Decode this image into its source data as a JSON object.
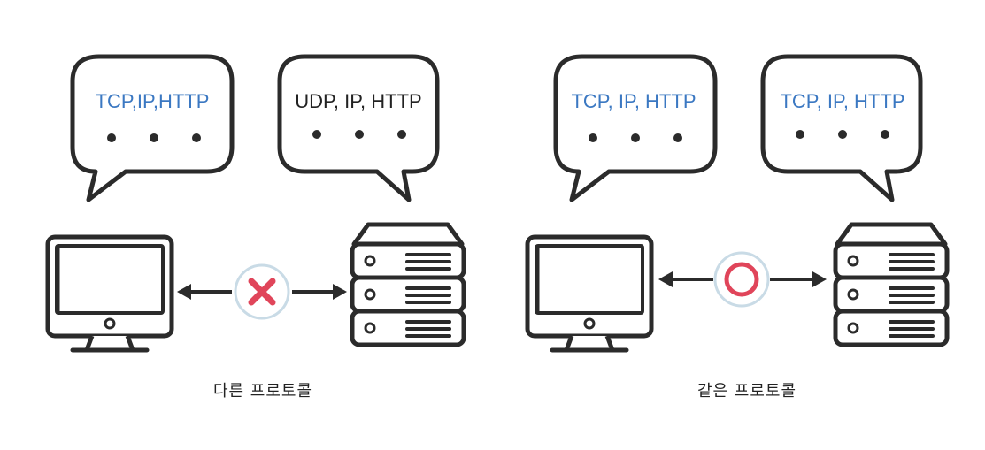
{
  "colors": {
    "outline": "#2b2b2b",
    "blue_text": "#3b78c2",
    "dark_text": "#222222",
    "cross": "#e0455a",
    "circle": "#e0455a",
    "badge_border": "#c9dbe6"
  },
  "left_group": {
    "client_bubble_text": "TCP,IP,HTTP",
    "server_bubble_text": "UDP, IP, HTTP",
    "status_icon": "cross-icon",
    "caption": "다른 프로토콜"
  },
  "right_group": {
    "client_bubble_text": "TCP, IP, HTTP",
    "server_bubble_text": "TCP, IP, HTTP",
    "status_icon": "circle-icon",
    "caption": "같은 프로토콜"
  }
}
